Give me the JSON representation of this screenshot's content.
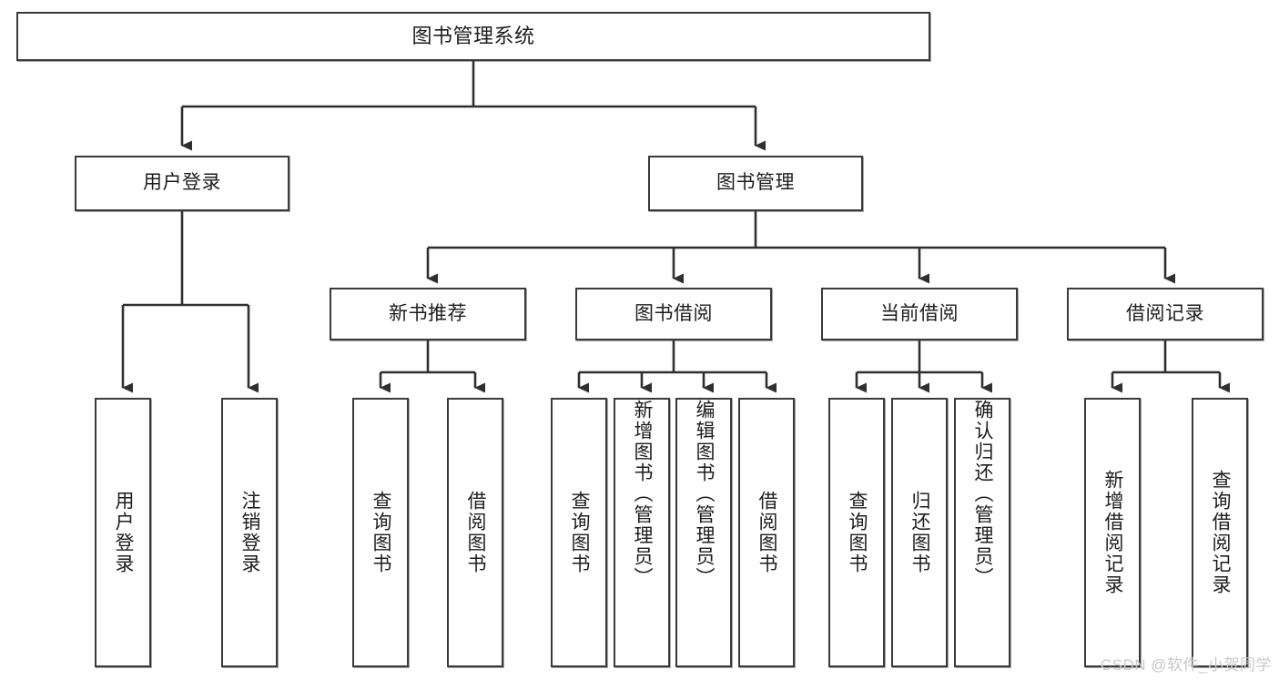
{
  "diagram": {
    "title": "图书管理系统",
    "type": "tree-hierarchy",
    "watermark": "CSDN @软件_小贺同学",
    "colors": {
      "box_border": "#3a3a3a",
      "box_fill": "#ffffff",
      "edge": "#2f2f2f",
      "text": "#1d1d1a",
      "watermark": "#c9c9c9",
      "background": "#ffffff"
    },
    "nodes": {
      "root": {
        "label": "图书管理系统"
      },
      "level1": [
        {
          "id": "user-login",
          "label": "用户登录"
        },
        {
          "id": "book-manage",
          "label": "图书管理"
        }
      ],
      "level2": [
        {
          "id": "new-book-recommend",
          "label": "新书推荐"
        },
        {
          "id": "book-borrow",
          "label": "图书借阅"
        },
        {
          "id": "current-borrow",
          "label": "当前借阅"
        },
        {
          "id": "borrow-record",
          "label": "借阅记录"
        }
      ],
      "leaves": {
        "user-login": [
          {
            "id": "leaf-user-login",
            "label": "用户登录"
          },
          {
            "id": "leaf-logout",
            "label": "注销登录"
          }
        ],
        "new-book-recommend": [
          {
            "id": "leaf-query-book-1",
            "label": "查询图书"
          },
          {
            "id": "leaf-borrow-book-1",
            "label": "借阅图书"
          }
        ],
        "book-borrow": [
          {
            "id": "leaf-query-book-2",
            "label": "查询图书"
          },
          {
            "id": "leaf-add-book",
            "label": "新增图书（管理员）"
          },
          {
            "id": "leaf-edit-book",
            "label": "编辑图书（管理员）"
          },
          {
            "id": "leaf-borrow-book-2",
            "label": "借阅图书"
          }
        ],
        "current-borrow": [
          {
            "id": "leaf-query-book-3",
            "label": "查询图书"
          },
          {
            "id": "leaf-return-book",
            "label": "归还图书"
          },
          {
            "id": "leaf-confirm-return",
            "label": "确认归还（管理员）"
          }
        ],
        "borrow-record": [
          {
            "id": "leaf-add-record",
            "label": "新增借阅记录"
          },
          {
            "id": "leaf-query-record",
            "label": "查询借阅记录"
          }
        ]
      }
    }
  }
}
